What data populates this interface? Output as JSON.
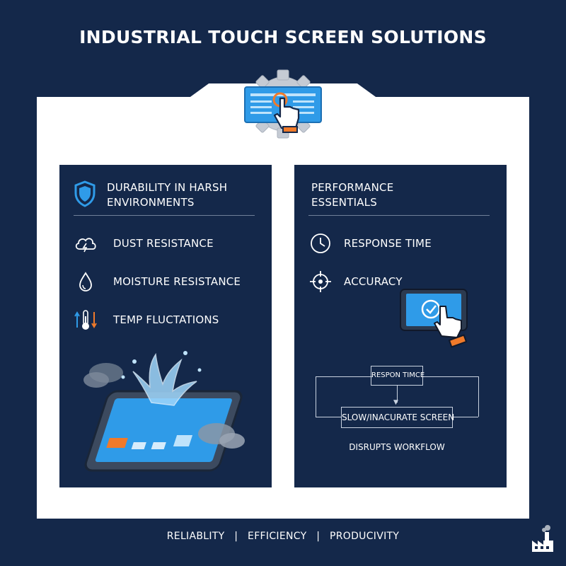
{
  "header": {
    "title": "INDUSTRIAL TOUCH SCREEN SOLUTIONS"
  },
  "left_panel": {
    "title_line1": "DURABILITY IN HARSH",
    "title_line2": "ENVIRONMENTS",
    "items": [
      {
        "label": "DUST RESISTANCE",
        "icon": "dust-cloud-icon"
      },
      {
        "label": "MOISTURE RESISTANCE",
        "icon": "water-drop-icon"
      },
      {
        "label": "TEMP FLUCTATIONS",
        "icon": "thermometer-icon"
      }
    ]
  },
  "right_panel": {
    "title_line1": "PERFORMANCE",
    "title_line2": "ESSENTIALS",
    "items": [
      {
        "label": "RESPONSE TIME",
        "icon": "clock-icon"
      },
      {
        "label": "ACCURACY",
        "icon": "crosshair-icon"
      }
    ],
    "flow": {
      "top_box": "RESPON TIMCE",
      "middle_box": "SLOW/INACURATE SCREEN",
      "bottom_text": "DISRUPTS WORKFLOW"
    }
  },
  "footer": {
    "items": [
      "RELIABLITY",
      "EFFICIENCY",
      "PRODUCIVITY"
    ],
    "separator": "|"
  },
  "colors": {
    "background": "#14284a",
    "card": "#ffffff",
    "accent_blue": "#2f9be8",
    "accent_orange": "#f07a2a"
  }
}
